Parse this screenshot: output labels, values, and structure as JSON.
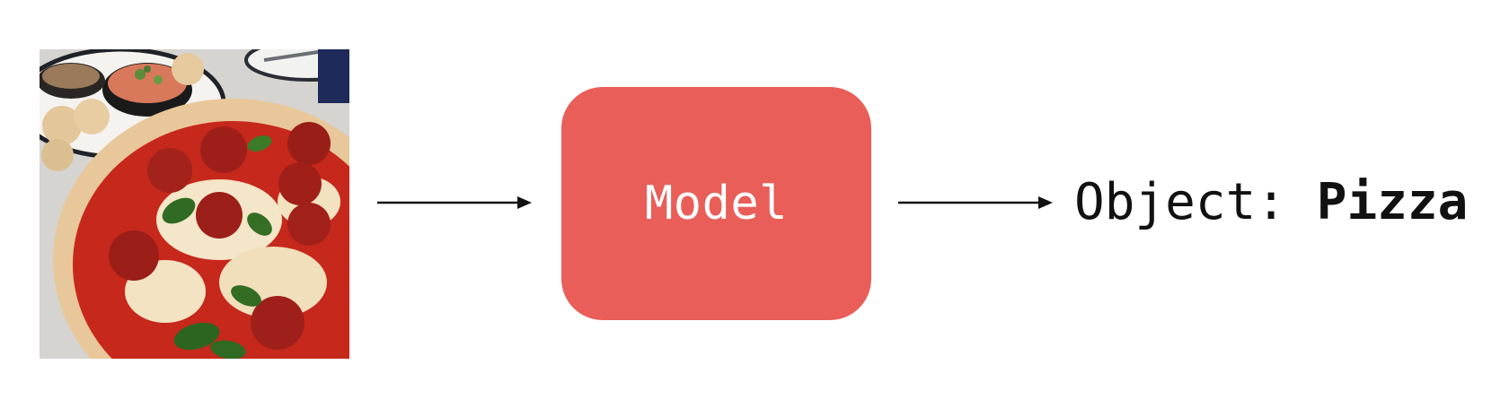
{
  "input": {
    "image_subject": "pizza photo"
  },
  "model": {
    "label": "Model",
    "color": "#e95e58"
  },
  "output": {
    "prefix": "Object:",
    "value": "Pizza"
  },
  "arrows": {
    "color": "#111111"
  }
}
